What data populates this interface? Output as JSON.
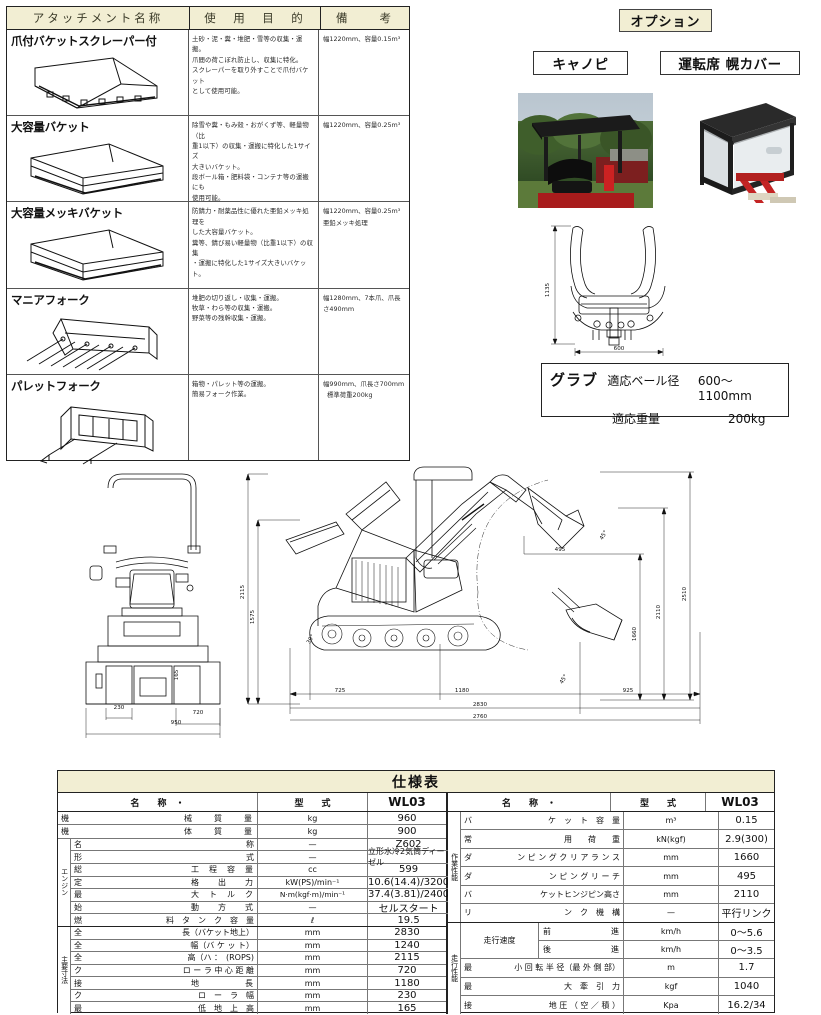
{
  "attachment_table": {
    "headers": [
      "アタッチメント名称",
      "使　用　目　的",
      "備　　考"
    ],
    "rows": [
      {
        "name": "爪付バケットスクレーパー付",
        "icon": "bucket-with-teeth-scraper-sketch",
        "uses": [
          "土砂・泥・糞・堆肥・雪等の収集・運搬。",
          "爪間の荷こぼれ防止し、収集に特化。",
          "スクレーパーを取り外すことで爪付バケット",
          "として使用可能。"
        ],
        "notes": [
          "幅1220mm、容量0.15m³"
        ]
      },
      {
        "name": "大容量バケット",
        "icon": "large-capacity-bucket-sketch",
        "uses": [
          "除雪や糞・もみ殻・おがくず等、軽量物（比",
          "重1以下）の収集・運搬に特化した1サイズ",
          "大きいバケット。",
          "段ボール箱・肥料袋・コンテナ等の運搬にも",
          "使用可能。"
        ],
        "notes": [
          "幅1220mm、容量0.25m³"
        ]
      },
      {
        "name": "大容量メッキバケット",
        "icon": "galvanized-bucket-sketch",
        "uses": [
          "防錆力・耐薬品性に優れた亜鉛メッキ処理を",
          "した大容量バケット。",
          "糞等、錆び易い軽量物（比重1以下）の収集",
          "・運搬に特化した1サイズ大きいバケット。"
        ],
        "notes": [
          "幅1220mm、容量0.25m³",
          "亜鉛メッキ処理"
        ]
      },
      {
        "name": "マニアフォーク",
        "icon": "manure-fork-sketch",
        "uses": [
          "堆肥の切り返し・収集・運搬。",
          "牧草・わら等の収集・運搬。",
          "野菜等の残幹収集・運搬。"
        ],
        "notes": [
          "幅1280mm、7本爪、爪長さ490mm"
        ]
      },
      {
        "name": "パレットフォーク",
        "icon": "pallet-fork-sketch",
        "uses": [
          "箱物・パレット等の運搬。",
          "簡易フォーク作業。"
        ],
        "notes": [
          "幅990mm、爪長さ700mm",
          "標準荷重200kg"
        ]
      }
    ]
  },
  "options": {
    "title": "オプション",
    "items": [
      {
        "label": "キャノピ",
        "photo": "canopy-photo"
      },
      {
        "label": "運転席 幌カバー",
        "photo": "cabin-cover-photo"
      }
    ]
  },
  "grab": {
    "title": "グラブ",
    "rows": [
      {
        "key": "適応ベール径",
        "value": "600〜1100mm"
      },
      {
        "key": "適応重量",
        "value": "200kg"
      }
    ],
    "drawing_dims": {
      "height": "1135",
      "width": "600"
    }
  },
  "drawings": {
    "front_view_dims": [
      "2115",
      "1575",
      "230",
      "720",
      "950",
      "165"
    ],
    "side_view_dims": [
      "725",
      "1180",
      "925",
      "2830",
      "2760",
      "2510",
      "2110",
      "1660",
      "495",
      "45°",
      "30°"
    ]
  },
  "spec_table": {
    "title": "仕様表",
    "left": {
      "headers": [
        "名　　称　・",
        "型　　式",
        "WL03"
      ],
      "rows": [
        {
          "group": "",
          "name_l": "機",
          "name_r": "械　　質　　量",
          "unit": "kg",
          "value": "960"
        },
        {
          "group": "",
          "name_l": "機",
          "name_r": "体　　質　　量",
          "unit": "kg",
          "value": "900"
        },
        {
          "group": "エンジン",
          "name_l": "名",
          "name_r": "称",
          "unit": "—",
          "value": "Z602"
        },
        {
          "group": "",
          "name_l": "形",
          "name_r": "式",
          "unit": "—",
          "value": "立形水冷2気筒ディーゼル"
        },
        {
          "group": "",
          "name_l": "総",
          "name_r": "工　程　容　量",
          "unit": "cc",
          "value": "599"
        },
        {
          "group": "",
          "name_l": "定",
          "name_r": "格　　出　　力",
          "unit": "kW(PS)/min⁻¹",
          "value": "10.6(14.4)/3200"
        },
        {
          "group": "",
          "name_l": "最",
          "name_r": "大　ト　ル　ク",
          "unit": "N·m(kgf·m)/min⁻¹",
          "value": "37.4(3.81)/2400"
        },
        {
          "group": "",
          "name_l": "始",
          "name_r": "動　　方　　式",
          "unit": "—",
          "value": "セルスタート"
        },
        {
          "group": "",
          "name_l": "燃",
          "name_r": "料　タ　ン　ク　容　量",
          "unit": "ℓ",
          "value": "19.5"
        },
        {
          "group": "主要寸法",
          "name_l": "全",
          "name_r": "長（バケット地上）",
          "unit": "mm",
          "value": "2830"
        },
        {
          "group": "",
          "name_l": "全",
          "name_r": "幅（バ ケ ッ ト）",
          "unit": "mm",
          "value": "1240"
        },
        {
          "group": "",
          "name_l": "全",
          "name_r": "高（ハ ：　(ROPS)",
          "unit": "mm",
          "value": "2115"
        },
        {
          "group": "",
          "name_l": "ク",
          "name_r": "ロ ー ラ 中 心 距 離",
          "unit": "mm",
          "value": "720"
        },
        {
          "group": "",
          "name_l": "接",
          "name_r": "地　　　　　長",
          "unit": "mm",
          "value": "1180"
        },
        {
          "group": "",
          "name_l": "ク",
          "name_r": "ロ　ー　ラ　幅",
          "unit": "mm",
          "value": "230"
        },
        {
          "group": "",
          "name_l": "最",
          "name_r": "低　地　上　高",
          "unit": "mm",
          "value": "165"
        }
      ],
      "group_labels": {
        "engine": "エンジン",
        "dimensions": "主要寸法"
      }
    },
    "right": {
      "headers": [
        "名　　称　・",
        "型　　式",
        "WL03"
      ],
      "rows": [
        {
          "name_l": "バ",
          "name_r": "ケ　ッ　ト　容　量",
          "unit": "m³",
          "value": "0.15"
        },
        {
          "name_l": "常",
          "name_r": "用　　荷　　重",
          "unit": "kN(kgf)",
          "value": "2.9(300)"
        },
        {
          "name_l": "ダ",
          "name_r": "ン ピ ン グ ク リ ア ラ ン ス",
          "unit": "mm",
          "value": "1660"
        },
        {
          "name_l": "ダ",
          "name_r": "ン ピ ン グ リ ー チ",
          "unit": "mm",
          "value": "495"
        },
        {
          "name_l": "バ",
          "name_r": "ケットヒンジピン高さ",
          "unit": "mm",
          "value": "2110"
        },
        {
          "name_l": "リ",
          "name_r": "ン　ク　機　構",
          "unit": "—",
          "value": "平行リンク"
        }
      ],
      "speed_label": "走行速度",
      "speed_rows": [
        {
          "dir_l": "前",
          "dir_r": "進",
          "unit": "km/h",
          "value": "0〜5.6"
        },
        {
          "dir_l": "後",
          "dir_r": "進",
          "unit": "km/h",
          "value": "0〜3.5"
        }
      ],
      "tail_rows": [
        {
          "name_l": "最",
          "name_r": "小 回 転 半 径（最 外 側 部）",
          "unit": "m",
          "value": "1.7"
        },
        {
          "name_l": "最",
          "name_r": "大　牽　引　力",
          "unit": "kgf",
          "value": "1040"
        },
        {
          "name_l": "接",
          "name_r": "地 圧 （ 空 ／ 積 ）",
          "unit": "Kpa",
          "value": "16.2/34"
        }
      ],
      "group_labels": {
        "work": "作業性能",
        "travel": "走行性能"
      }
    }
  },
  "colors": {
    "header_fill": "#f2eed3",
    "border": "#222222",
    "text": "#111111"
  }
}
